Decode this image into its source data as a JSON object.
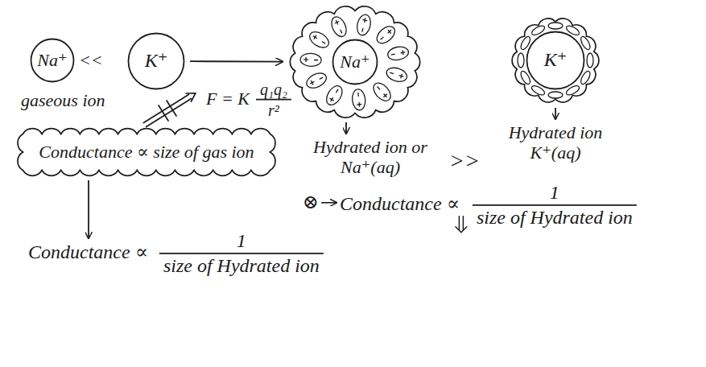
{
  "diagram": {
    "nodes": [
      {
        "text": [
          "Na⁺"
        ]
      },
      {
        "text": [
          "K⁺"
        ]
      },
      {
        "text": [
          "Hydrated ion or Na⁺(aq)"
        ]
      },
      {
        "text": [
          "Na⁺"
        ],
        "in": 2
      },
      {
        "text": [
          "Hydrated ion K⁺(aq)"
        ]
      },
      {
        "text": [
          "K⁺"
        ],
        "in": 4
      },
      {
        "text": [
          "Conductance ∝ size of gas ion"
        ]
      }
    ],
    "edges": [
      {
        "from": 1,
        "to": 2,
        "arrow": "to"
      }
    ],
    "labels": [
      "<<",
      "gaseous ion",
      ">>",
      "F = K",
      "q₁q₂",
      "r²",
      "Conductance ∝",
      "1",
      "size of Hydrated ion",
      "⊗",
      "Conductance ∝",
      "1",
      "size of Hydrated ion"
    ]
  }
}
